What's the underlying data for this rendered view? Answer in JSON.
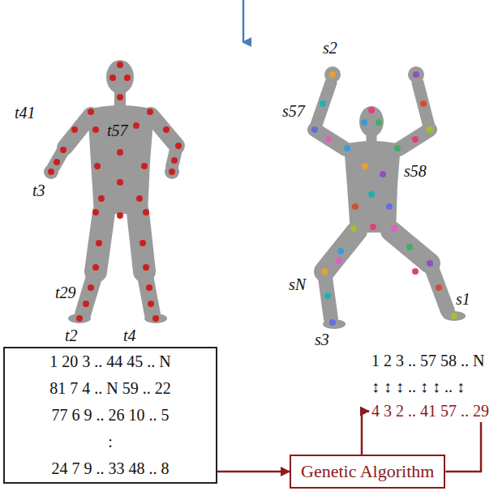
{
  "diagram": {
    "nodes": [
      {
        "text": [
          "1 20 3 .. 44 45 .. N",
          "81 7 4 .. N 59 .. 22",
          "77 6 9 .. 26 10 .. 5",
          ":",
          "24 7 9 .. 33 48 .. 8"
        ]
      },
      {
        "text": [
          "Genetic Algorithm"
        ]
      }
    ],
    "edges": [
      {
        "from": 0,
        "to": 1,
        "arrow": "to"
      }
    ],
    "labels": [
      "t41",
      "t57",
      "t3",
      "t29",
      "t2",
      "t4",
      "s2",
      "s57",
      "s58",
      "sN",
      "s3",
      "s1",
      "1 2 3 .. 57 58 .. N",
      "↕ ↕ ↕ .. ↕ ↕ .. ↕",
      "4 3 2 .. 41 57 .. 29"
    ]
  }
}
